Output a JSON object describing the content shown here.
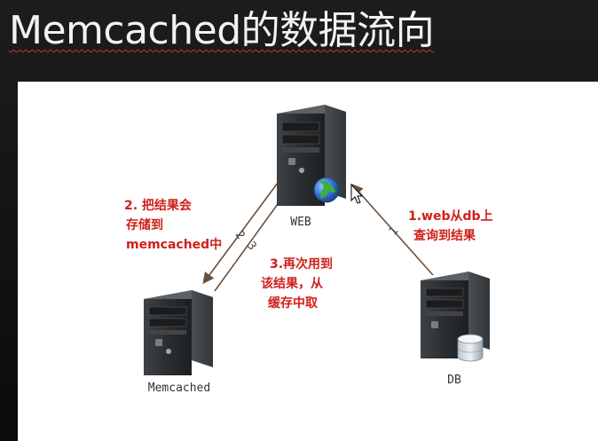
{
  "slide": {
    "title": "Memcached的数据流向"
  },
  "diagram": {
    "nodes": {
      "web": {
        "label": "WEB"
      },
      "memcached": {
        "label": "Memcached"
      },
      "db": {
        "label": "DB"
      }
    },
    "steps": {
      "step1": {
        "line1": "1.web从db上",
        "line2": "查询到结果",
        "marker": "1"
      },
      "step2": {
        "line1": "2. 把结果会",
        "line2": "存储到",
        "line3": "memcached中",
        "marker": "2"
      },
      "step3": {
        "line1": "3.再次用到",
        "line2": "该结果，从",
        "line3": "缓存中取",
        "marker": "3"
      }
    }
  },
  "colors": {
    "annotation": "#d0201a",
    "arrow": "#6b4f3a",
    "server_dark": "#2f3336",
    "globe": "#3a7bd5"
  },
  "icons": [
    "server-icon",
    "globe-icon",
    "database-icon",
    "cursor-icon"
  ]
}
